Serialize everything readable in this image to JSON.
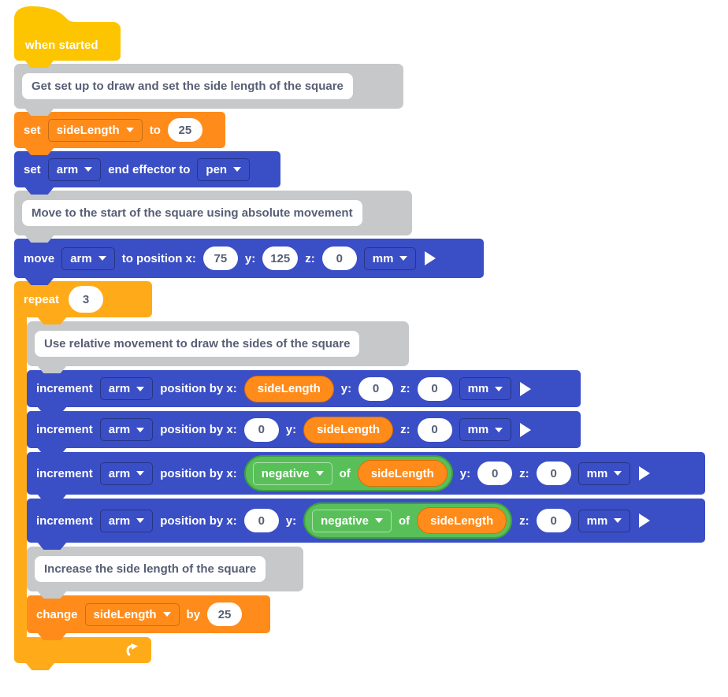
{
  "colors": {
    "hat_gold": "#FDC400",
    "control_orange": "#FFAB19",
    "variable_orange": "#FF8C1A",
    "variable_border": "#DB6E00",
    "robot_blue": "#3A4EC6",
    "operator_green": "#59C059",
    "operator_green_border": "#3FA03F",
    "comment_gray": "#C7C8C9",
    "dark_text": "#575E75"
  },
  "script": {
    "hat": {
      "label": "when started"
    },
    "comments": {
      "setup": "Get set up to draw and set the side length of the square",
      "move_abs": "Move to the start of the square using absolute movement",
      "relative": "Use relative movement to draw the sides of the square",
      "increase": "Increase the side length of the square"
    },
    "set_variable": {
      "set": "set",
      "variable": "sideLength",
      "to": "to",
      "value": "25"
    },
    "set_effector": {
      "set": "set",
      "device": "arm",
      "end_effector_to": "end effector to",
      "tool": "pen"
    },
    "move_absolute": {
      "move": "move",
      "device": "arm",
      "to_position_x": "to position x:",
      "x": "75",
      "y_label": "y:",
      "y": "125",
      "z_label": "z:",
      "z": "0",
      "unit": "mm"
    },
    "repeat": {
      "label": "repeat",
      "count": "3"
    },
    "increments": [
      {
        "increment": "increment",
        "device": "arm",
        "position_by_x": "position by x:",
        "x_var": "sideLength",
        "y_label": "y:",
        "y": "0",
        "z_label": "z:",
        "z": "0",
        "unit": "mm"
      },
      {
        "increment": "increment",
        "device": "arm",
        "position_by_x": "position by x:",
        "x": "0",
        "y_label": "y:",
        "y_var": "sideLength",
        "z_label": "z:",
        "z": "0",
        "unit": "mm"
      },
      {
        "increment": "increment",
        "device": "arm",
        "position_by_x": "position by x:",
        "x_op": "negative",
        "x_of": "of",
        "x_var": "sideLength",
        "y_label": "y:",
        "y": "0",
        "z_label": "z:",
        "z": "0",
        "unit": "mm"
      },
      {
        "increment": "increment",
        "device": "arm",
        "position_by_x": "position by x:",
        "x": "0",
        "y_label": "y:",
        "y_op": "negative",
        "y_of": "of",
        "y_var": "sideLength",
        "z_label": "z:",
        "z": "0",
        "unit": "mm"
      }
    ],
    "change_variable": {
      "change": "change",
      "variable": "sideLength",
      "by": "by",
      "value": "25"
    }
  }
}
